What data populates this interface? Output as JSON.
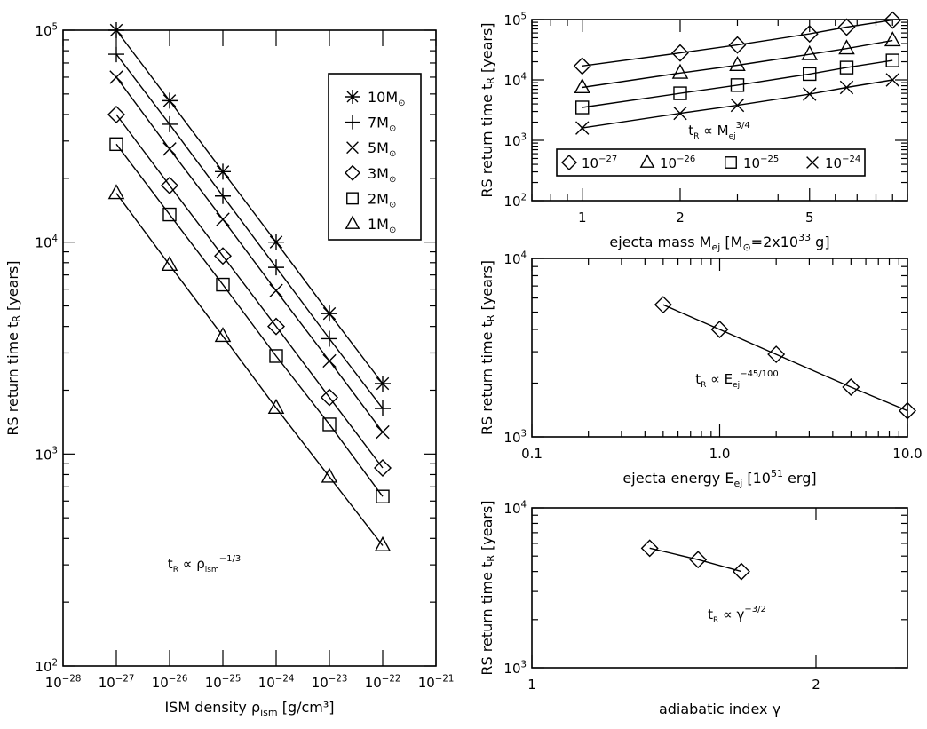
{
  "chart_data": [
    {
      "id": "density",
      "type": "line",
      "xscale": "log",
      "yscale": "log",
      "xlim": [
        1e-28,
        1e-21
      ],
      "ylim": [
        100,
        100000
      ],
      "xlabel": "ISM density ρ",
      "xlabel_sub": "ism",
      "xlabel_unit": " [g/cm³]",
      "ylabel": "RS return time t",
      "ylabel_sub": "R",
      "ylabel_unit": " [years]",
      "xticks": [
        {
          "v": 1e-28,
          "b": "10",
          "e": "−28"
        },
        {
          "v": 1e-27,
          "b": "10",
          "e": "−27"
        },
        {
          "v": 1e-26,
          "b": "10",
          "e": "−26"
        },
        {
          "v": 1e-25,
          "b": "10",
          "e": "−25"
        },
        {
          "v": 1e-24,
          "b": "10",
          "e": "−24"
        },
        {
          "v": 1e-23,
          "b": "10",
          "e": "−23"
        },
        {
          "v": 1e-22,
          "b": "10",
          "e": "−22"
        },
        {
          "v": 1e-21,
          "b": "10",
          "e": "−21"
        }
      ],
      "yticks": [
        {
          "v": 100,
          "b": "10",
          "e": "2"
        },
        {
          "v": 1000,
          "b": "10",
          "e": "3"
        },
        {
          "v": 10000,
          "b": "10",
          "e": "4"
        },
        {
          "v": 100000,
          "b": "10",
          "e": "5"
        }
      ],
      "annotation": {
        "pre": "t",
        "sub": "R",
        "mid": " ∝ ρ",
        "sub2": "ism",
        "sup": "−1/3"
      },
      "legend_position": "top-right",
      "x": [
        1e-27,
        1e-26,
        1e-25,
        1e-24,
        1e-23,
        1e-22
      ],
      "series": [
        {
          "name": "10M",
          "marker": "asterisk",
          "values": [
            100000,
            46500,
            21500,
            10000,
            4600,
            2150
          ]
        },
        {
          "name": "7M",
          "marker": "plus",
          "values": [
            77000,
            36000,
            16500,
            7600,
            3500,
            1640
          ]
        },
        {
          "name": "5M",
          "marker": "cross",
          "values": [
            60000,
            27500,
            12800,
            5900,
            2750,
            1270
          ]
        },
        {
          "name": "3M",
          "marker": "diamond",
          "values": [
            40000,
            18500,
            8600,
            4000,
            1850,
            860
          ]
        },
        {
          "name": "2M",
          "marker": "square",
          "values": [
            29000,
            13500,
            6300,
            2900,
            1380,
            630
          ]
        },
        {
          "name": "1M",
          "marker": "triangle",
          "values": [
            17000,
            7800,
            3600,
            1650,
            780,
            370
          ]
        }
      ]
    },
    {
      "id": "mass",
      "type": "line",
      "xscale": "log",
      "yscale": "log",
      "xlim": [
        0.7,
        10
      ],
      "ylim": [
        100,
        100000
      ],
      "xlabel": "ejecta mass M",
      "xlabel_sub": "ej",
      "xlabel_unit": " [M",
      "xlabel_unit2": "=2x10",
      "xlabel_sup": "33",
      "xlabel_unit3": " g]",
      "ylabel": "RS return time t",
      "ylabel_sub": "R",
      "ylabel_unit": " [years]",
      "xticks": [
        {
          "v": 1,
          "b": "1",
          "e": ""
        },
        {
          "v": 2,
          "b": "2",
          "e": ""
        },
        {
          "v": 5,
          "b": "5",
          "e": ""
        }
      ],
      "yticks": [
        {
          "v": 100,
          "b": "10",
          "e": "2"
        },
        {
          "v": 1000,
          "b": "10",
          "e": "3"
        },
        {
          "v": 10000,
          "b": "10",
          "e": "4"
        },
        {
          "v": 100000,
          "b": "10",
          "e": "5"
        }
      ],
      "annotation": {
        "pre": "t",
        "sub": "R",
        "mid": " ∝ M",
        "sub2": "ej",
        "sup": "3/4"
      },
      "legend_position": "bottom",
      "x": [
        1,
        2,
        3,
        5,
        6.5,
        9
      ],
      "series": [
        {
          "name": "10",
          "sup": "−27",
          "marker": "diamond",
          "values": [
            17000,
            28000,
            38000,
            58000,
            75000,
            98000
          ]
        },
        {
          "name": "10",
          "sup": "−26",
          "marker": "triangle",
          "values": [
            7500,
            13000,
            17500,
            26500,
            33000,
            45000
          ]
        },
        {
          "name": "10",
          "sup": "−25",
          "marker": "square",
          "values": [
            3500,
            6000,
            8200,
            12500,
            16000,
            21000
          ]
        },
        {
          "name": "10",
          "sup": "−24",
          "marker": "cross",
          "values": [
            1600,
            2800,
            3800,
            5800,
            7500,
            10000
          ]
        }
      ]
    },
    {
      "id": "energy",
      "type": "line",
      "xscale": "log",
      "yscale": "log",
      "xlim": [
        0.1,
        10
      ],
      "ylim": [
        1000,
        10000
      ],
      "xlabel": "ejecta energy E",
      "xlabel_sub": "ej",
      "xlabel_unit": " [10",
      "xlabel_sup": "51",
      "xlabel_unit2": " erg]",
      "ylabel": "RS return time t",
      "ylabel_sub": "R",
      "ylabel_unit": " [years]",
      "xticks": [
        {
          "v": 0.1,
          "b": "0.1",
          "e": ""
        },
        {
          "v": 1,
          "b": "1.0",
          "e": ""
        },
        {
          "v": 10,
          "b": "10.0",
          "e": ""
        }
      ],
      "yticks": [
        {
          "v": 1000,
          "b": "10",
          "e": "3"
        },
        {
          "v": 10000,
          "b": "10",
          "e": "4"
        }
      ],
      "annotation": {
        "pre": "t",
        "sub": "R",
        "mid": " ∝ E",
        "sub2": "ej",
        "sup": "−45/100"
      },
      "x": [
        0.5,
        1,
        2,
        5,
        10
      ],
      "series": [
        {
          "marker": "diamond",
          "values": [
            5500,
            4000,
            2900,
            1900,
            1400
          ]
        }
      ]
    },
    {
      "id": "gamma",
      "type": "line",
      "xscale": "log",
      "yscale": "log",
      "xlim": [
        1,
        2.5
      ],
      "ylim": [
        1000,
        10000
      ],
      "xlabel": "adiabatic index γ",
      "ylabel": "RS return time t",
      "ylabel_sub": "R",
      "ylabel_unit": " [years]",
      "xticks": [
        {
          "v": 1,
          "b": "1",
          "e": ""
        },
        {
          "v": 2,
          "b": "2",
          "e": ""
        }
      ],
      "yticks": [
        {
          "v": 1000,
          "b": "10",
          "e": "3"
        },
        {
          "v": 10000,
          "b": "10",
          "e": "4"
        }
      ],
      "annotation": {
        "pre": "t",
        "sub": "R",
        "mid": " ∝ γ",
        "sub2": "",
        "sup": "−3/2"
      },
      "x": [
        1.333,
        1.5,
        1.667
      ],
      "series": [
        {
          "marker": "diamond",
          "values": [
            5600,
            4750,
            4000
          ]
        }
      ]
    }
  ]
}
